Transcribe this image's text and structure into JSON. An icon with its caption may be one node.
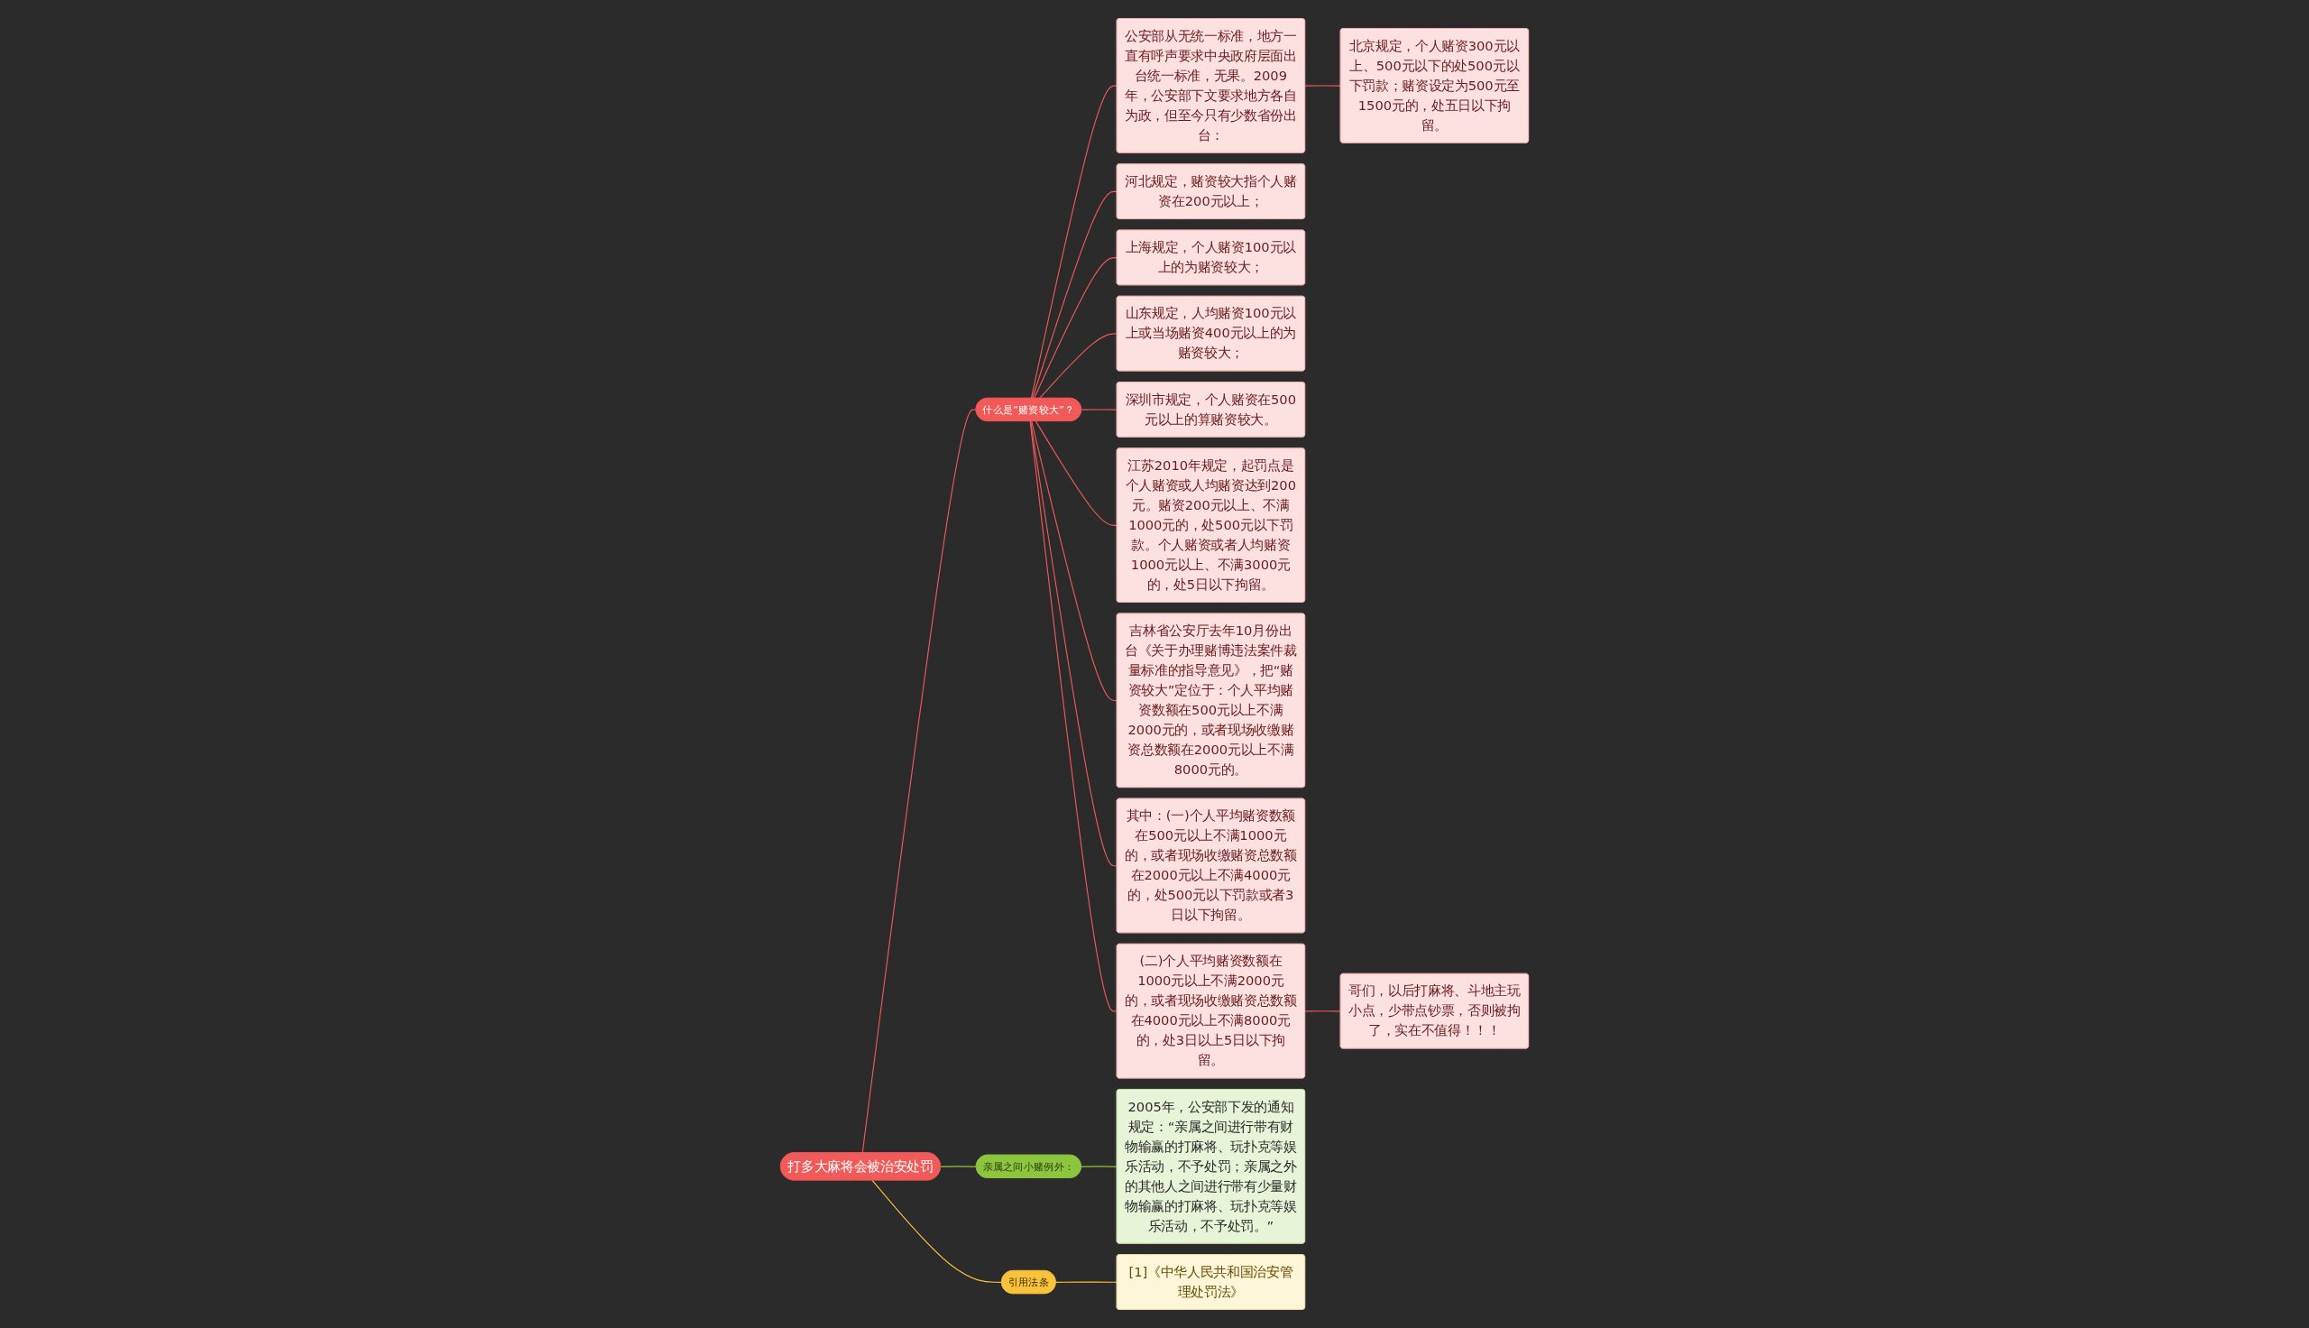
{
  "diagram": {
    "nodes": [
      {
        "text": [
          "打多大麻将会被治安处罚"
        ]
      },
      {
        "text": [
          "什么是“赌资较大”？"
        ]
      },
      {
        "text": [
          "公安部从无统一标准，地方一直有呼声要求中央政府层面出台统一标准，无果。2009年，公安部下文要求地方各自为政，但至今只有少数省份出台："
        ]
      },
      {
        "text": [
          "北京规定，个人赌资300元以上、500元以下的处500元以下罚款；赌资设定为500元至1500元的，处五日以下拘留。"
        ]
      },
      {
        "text": [
          "河北规定，赌资较大指个人赌资在200元以上；"
        ]
      },
      {
        "text": [
          "上海规定，个人赌资100元以上的为赌资较大；"
        ]
      },
      {
        "text": [
          "山东规定，人均赌资100元以上或当场赌资400元以上的为赌资较大；"
        ]
      },
      {
        "text": [
          "深圳市规定，个人赌资在500元以上的算赌资较大。"
        ]
      },
      {
        "text": [
          "江苏2010年规定，起罚点是个人赌资或人均赌资达到200元。赌资200元以上、不满1000元的，处500元以下罚款。个人赌资或者人均赌资1000元以上、不满3000元的，处5日以下拘留。"
        ]
      },
      {
        "text": [
          "吉林省公安厅去年10月份出台《关于办理赌博违法案件裁量标准的指导意见》，把“赌资较大”定位于：个人平均赌资数额在500元以上不满2000元的，或者现场收缴赌资总数额在2000元以上不满8000元的。"
        ]
      },
      {
        "text": [
          "其中：(一)个人平均赌资数额在500元以上不满1000元的，或者现场收缴赌资总数额在2000元以上不满4000元的，处500元以下罚款或者3日以下拘留。"
        ]
      },
      {
        "text": [
          "(二)个人平均赌资数额在1000元以上不满2000元的，或者现场收缴赌资总数额在4000元以上不满8000元的，处3日以上5日以下拘留。"
        ]
      },
      {
        "text": [
          "哥们，以后打麻将、斗地主玩小点，少带点钞票，否则被拘了，实在不值得！！！"
        ]
      },
      {
        "text": [
          "亲属之间小赌例外："
        ]
      },
      {
        "text": [
          "2005年，公安部下发的通知规定：“亲属之间进行带有财物输赢的打麻将、玩扑克等娱乐活动，不予处罚；亲属之外的其他人之间进行带有少量财物输赢的打麻将、玩扑克等娱乐活动，不予处罚。”"
        ]
      },
      {
        "text": [
          "引用法条"
        ]
      },
      {
        "text": [
          "[1]《中华人民共和国治安管理处罚法》"
        ]
      }
    ],
    "edges": [
      {
        "from": 0,
        "to": 1,
        "arrow": "none"
      },
      {
        "from": 1,
        "to": 2,
        "arrow": "none"
      },
      {
        "from": 2,
        "to": 3,
        "arrow": "none"
      },
      {
        "from": 1,
        "to": 4,
        "arrow": "none"
      },
      {
        "from": 1,
        "to": 5,
        "arrow": "none"
      },
      {
        "from": 1,
        "to": 6,
        "arrow": "none"
      },
      {
        "from": 1,
        "to": 7,
        "arrow": "none"
      },
      {
        "from": 1,
        "to": 8,
        "arrow": "none"
      },
      {
        "from": 1,
        "to": 9,
        "arrow": "none"
      },
      {
        "from": 1,
        "to": 10,
        "arrow": "none"
      },
      {
        "from": 1,
        "to": 11,
        "arrow": "none"
      },
      {
        "from": 11,
        "to": 12,
        "arrow": "none"
      },
      {
        "from": 0,
        "to": 13,
        "arrow": "none",
        "color": "#8cc63f"
      },
      {
        "from": 13,
        "to": 14,
        "arrow": "none",
        "color": "#8cc63f"
      },
      {
        "from": 0,
        "to": 15,
        "arrow": "none",
        "color": "#f9c23c"
      },
      {
        "from": 15,
        "to": 16,
        "arrow": "none",
        "color": "#f9c23c"
      }
    ]
  }
}
